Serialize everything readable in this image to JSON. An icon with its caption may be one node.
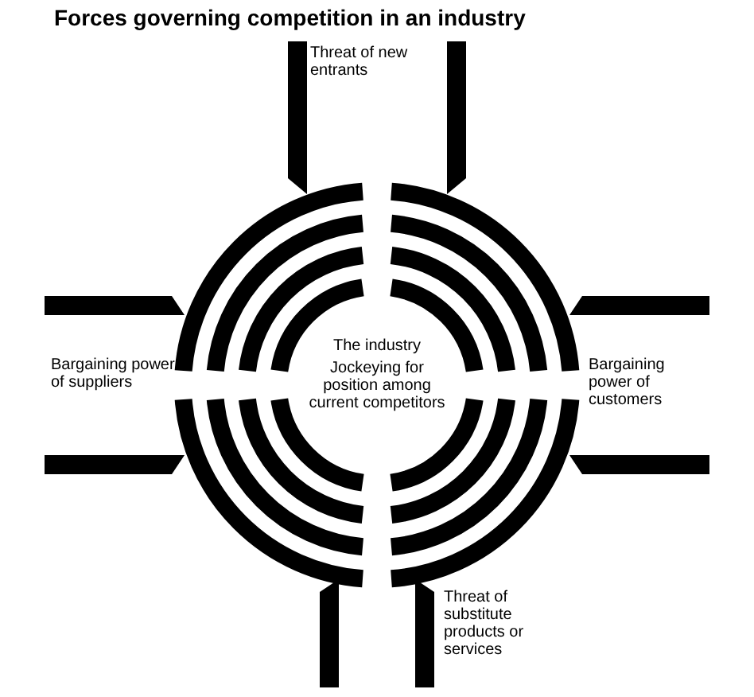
{
  "diagram": {
    "title": "Forces governing competition in an industry",
    "nodes": [
      {
        "text": [
          "Threat of new entrants"
        ]
      },
      {
        "text": [
          "Bargaining power of suppliers"
        ]
      },
      {
        "text": [
          "The industry",
          "Jockeying for position among current competitors"
        ]
      },
      {
        "text": [
          "Bargaining power of customers"
        ]
      },
      {
        "text": [
          "Threat of substitute products or services"
        ]
      }
    ]
  }
}
